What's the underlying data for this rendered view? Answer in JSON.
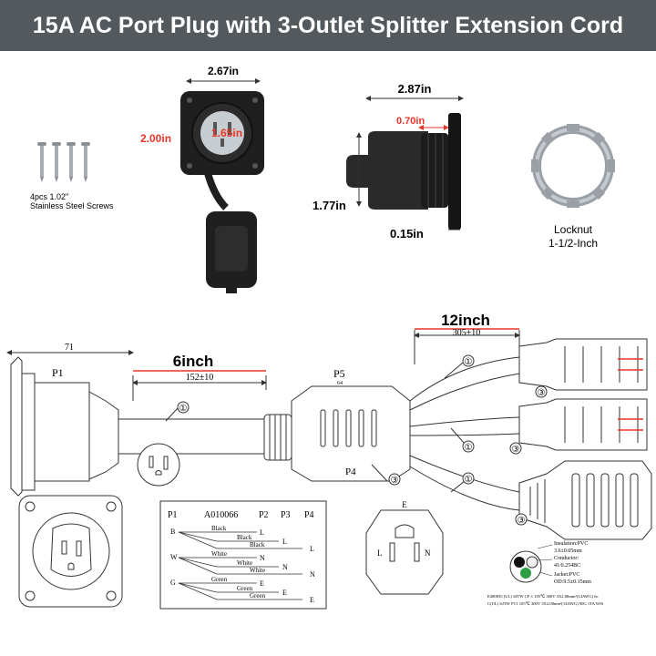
{
  "title": "15A AC Port Plug with 3-Outlet Splitter Extension Cord",
  "dims": {
    "inlet_width": "2.67in",
    "inlet_height": "2.00in",
    "inlet_inner": "1.65in",
    "housing_length": "2.87in",
    "flange_depth": "0.70in",
    "housing_diameter": "1.77in",
    "flange_thickness": "0.15in"
  },
  "screws": {
    "line1": "4pcs 1.02\"",
    "line2": "Stainless Steel Screws"
  },
  "locknut": {
    "line1": "Locknut",
    "line2": "1-1/2-Inch"
  },
  "cord": {
    "len6": "6inch",
    "len12": "12inch",
    "dim71": "71",
    "dim152": "152±10",
    "dim305": "305±10",
    "p1": "P1",
    "p5": "P5",
    "p5sub": "64",
    "p4": "P4",
    "c1": "①",
    "c3": "③"
  },
  "wiring": {
    "headers": [
      "P1",
      "A010066",
      "P2",
      "P3",
      "P4"
    ],
    "left": [
      "B",
      "W",
      "G"
    ],
    "wires": [
      "Black",
      "Black",
      "Black",
      "White",
      "White",
      "White",
      "Green",
      "Green",
      "Green"
    ],
    "ends": [
      "L",
      "L",
      "L",
      "N",
      "N",
      "N",
      "E",
      "E",
      "E"
    ]
  },
  "outlet": {
    "e": "E",
    "l": "L",
    "n": "N"
  },
  "cable": {
    "ins": "Insulation:PVC",
    "ins2": "3.6±0.05mm",
    "cond": "Conductor:",
    "cond2": "41/0.254BC",
    "jacket": "Jacket:PVC",
    "jacket2": "OD:9.5±0.15mm",
    "spec1": "E480835 (UL) SJTW CF-1 105℃ 300V 3X2.08mm²(14AWG) 6c",
    "spec2": "C(UL) SJTW FT1 105℃ 300V 3X2.08mm²(14AWG) 90G 1TA WIS"
  },
  "colors": {
    "dimred": "#e8352a",
    "banner": "#54595e",
    "line": "#333333",
    "part": "#1f1f1f"
  }
}
